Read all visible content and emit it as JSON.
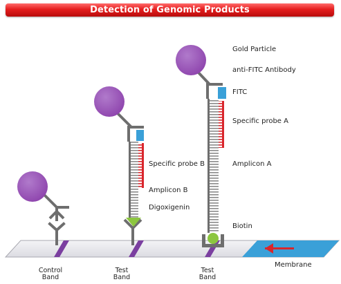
{
  "title": "Detection of Genomic Products",
  "labels": {
    "gold_particle": "Gold Particle",
    "anti_fitc_antibody": "anti-FITC Antibody",
    "fitc": "FITC",
    "specific_probe_a": "Specific probe A",
    "amplicon_a": "Amplicon A",
    "biotin": "Biotin",
    "specific_probe_b": "Specific probe B",
    "amplicon_b": "Amplicon B",
    "digoxigenin": "Digoxigenin",
    "membrane": "Membrane"
  },
  "bands": [
    {
      "line1": "Control",
      "line2": "Band"
    },
    {
      "line1": "Test",
      "line2": "Band"
    },
    {
      "line1": "Test",
      "line2": "Band"
    }
  ],
  "colors": {
    "title_red": "#e51e1e",
    "gold_particle": "#9b59b6",
    "fitc": "#3aa0d8",
    "probe": "#d9262c",
    "digoxigenin": "#8cc63f",
    "biotin": "#8cc63f",
    "band": "#7b3fa0",
    "membrane_pad": "#3aa0d8",
    "flow_arrow": "#d9262c"
  }
}
